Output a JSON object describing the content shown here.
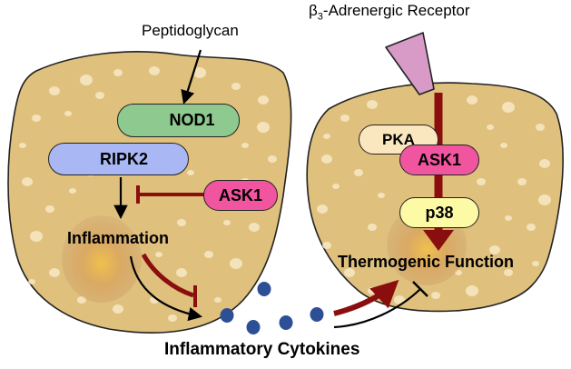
{
  "labels": {
    "peptidoglycan": "Peptidoglycan",
    "receptor_prefix": "β",
    "receptor_sub": "3",
    "receptor_suffix": "-Adrenergic Receptor",
    "inflammation": "Inflammation",
    "cytokines": "Inflammatory Cytokines",
    "thermogenic": "Thermogenic Function"
  },
  "left_cell": {
    "proteins": {
      "nod1": "NOD1",
      "ripk2": "RIPK2",
      "ask1": "ASK1"
    }
  },
  "right_cell": {
    "proteins": {
      "pka": "PKA",
      "ask1": "ASK1",
      "p38": "p38"
    }
  },
  "colors": {
    "cell_fill": "#dfc17d",
    "cell_spots": "#f7e7c4",
    "nucleus": "#e0a35a",
    "nod1": "#8ec98f",
    "ripk2": "#a9b8f4",
    "ask1": "#f2559f",
    "pka": "#fbe7bf",
    "p38": "#fdfaa6",
    "receptor": "#d89bc8",
    "dark_red": "#8b0e0e",
    "cytokine_dot": "#2d4f96"
  }
}
